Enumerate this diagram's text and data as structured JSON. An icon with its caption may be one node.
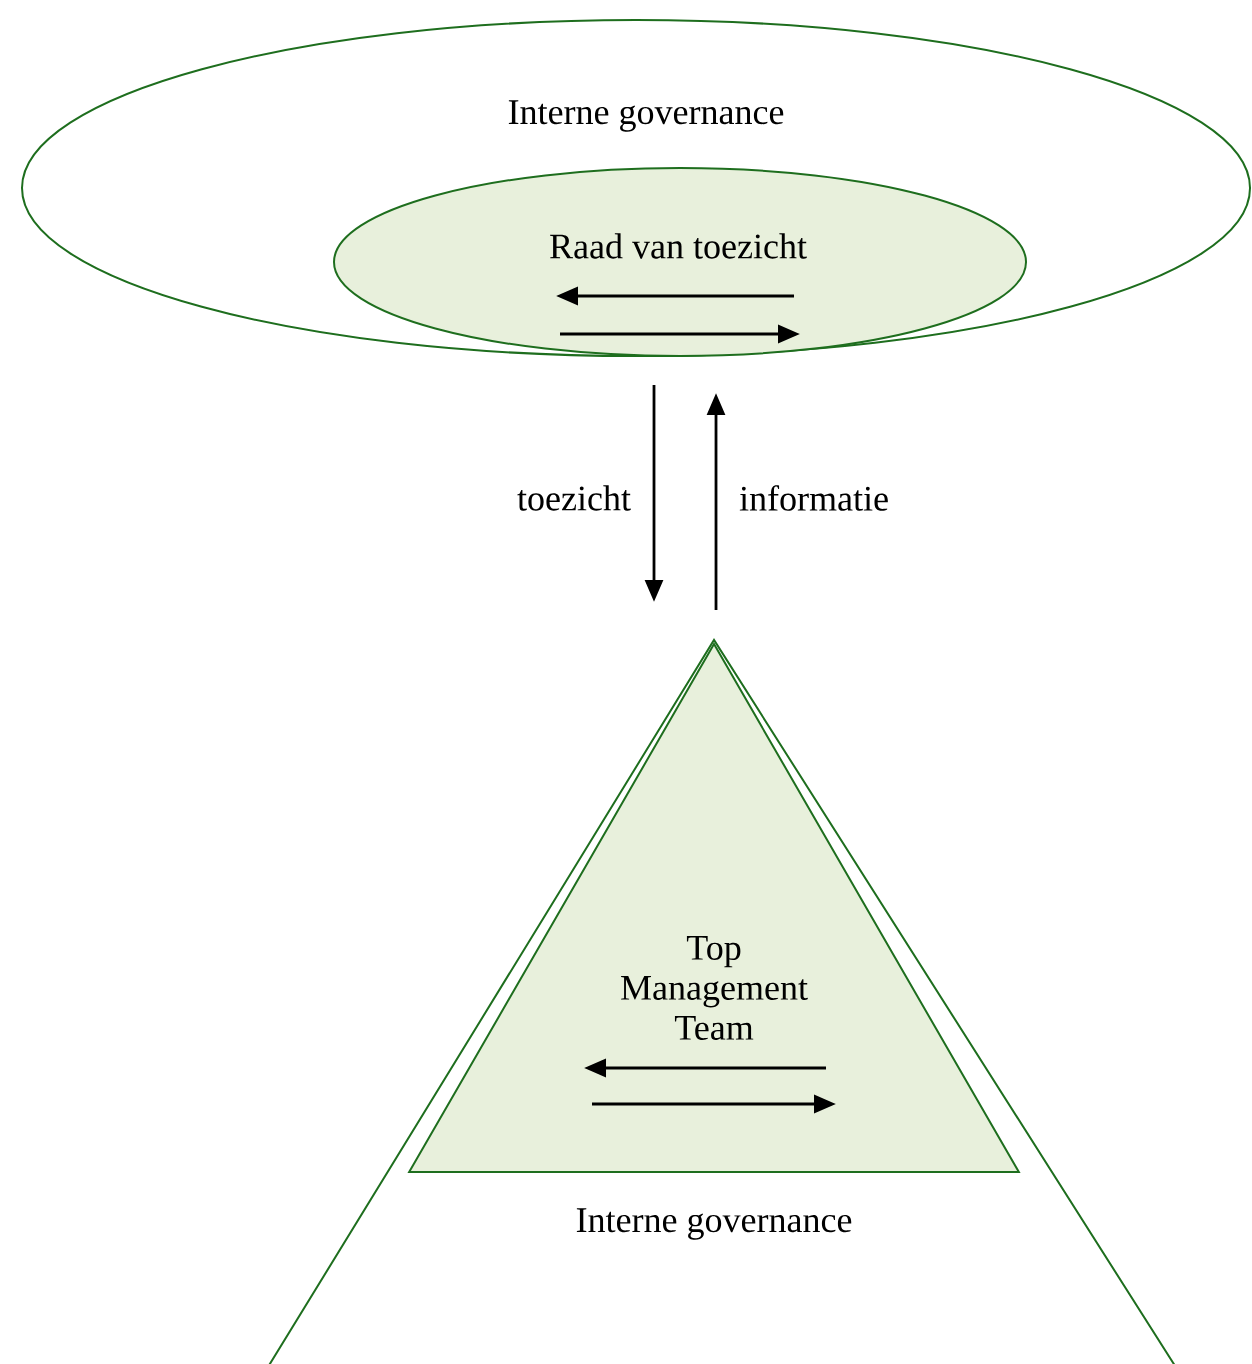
{
  "diagram": {
    "nodes": [
      {
        "text": [
          "Interne governance"
        ]
      },
      {
        "text": [
          "Raad van toezicht"
        ],
        "in": 0
      },
      {
        "text": [
          "Interne governance"
        ]
      },
      {
        "text": [
          "Top Management Team"
        ],
        "in": 2
      }
    ],
    "edges": [
      {
        "from": 1,
        "to": 3,
        "arrow": "to",
        "label": "toezicht"
      },
      {
        "from": 3,
        "to": 1,
        "arrow": "to",
        "label": "informatie"
      }
    ]
  }
}
